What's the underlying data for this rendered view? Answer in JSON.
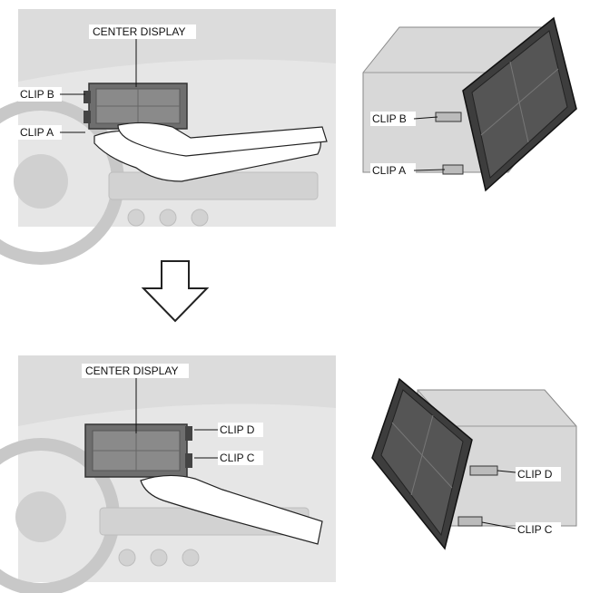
{
  "top_scene": {
    "center_display_label": "CENTER DISPLAY",
    "clip_b_label": "CLIP B",
    "clip_a_label": "CLIP A"
  },
  "top_unit": {
    "clip_b_label": "CLIP B",
    "clip_a_label": "CLIP A"
  },
  "bottom_scene": {
    "center_display_label": "CENTER DISPLAY",
    "clip_d_label": "CLIP D",
    "clip_c_label": "CLIP C"
  },
  "bottom_unit": {
    "clip_d_label": "CLIP D",
    "clip_c_label": "CLIP C"
  },
  "colors": {
    "dash_fill": "#e2e2e2",
    "screen_dark": "#4a4a4a",
    "unit_body": "#d6d6d6"
  }
}
